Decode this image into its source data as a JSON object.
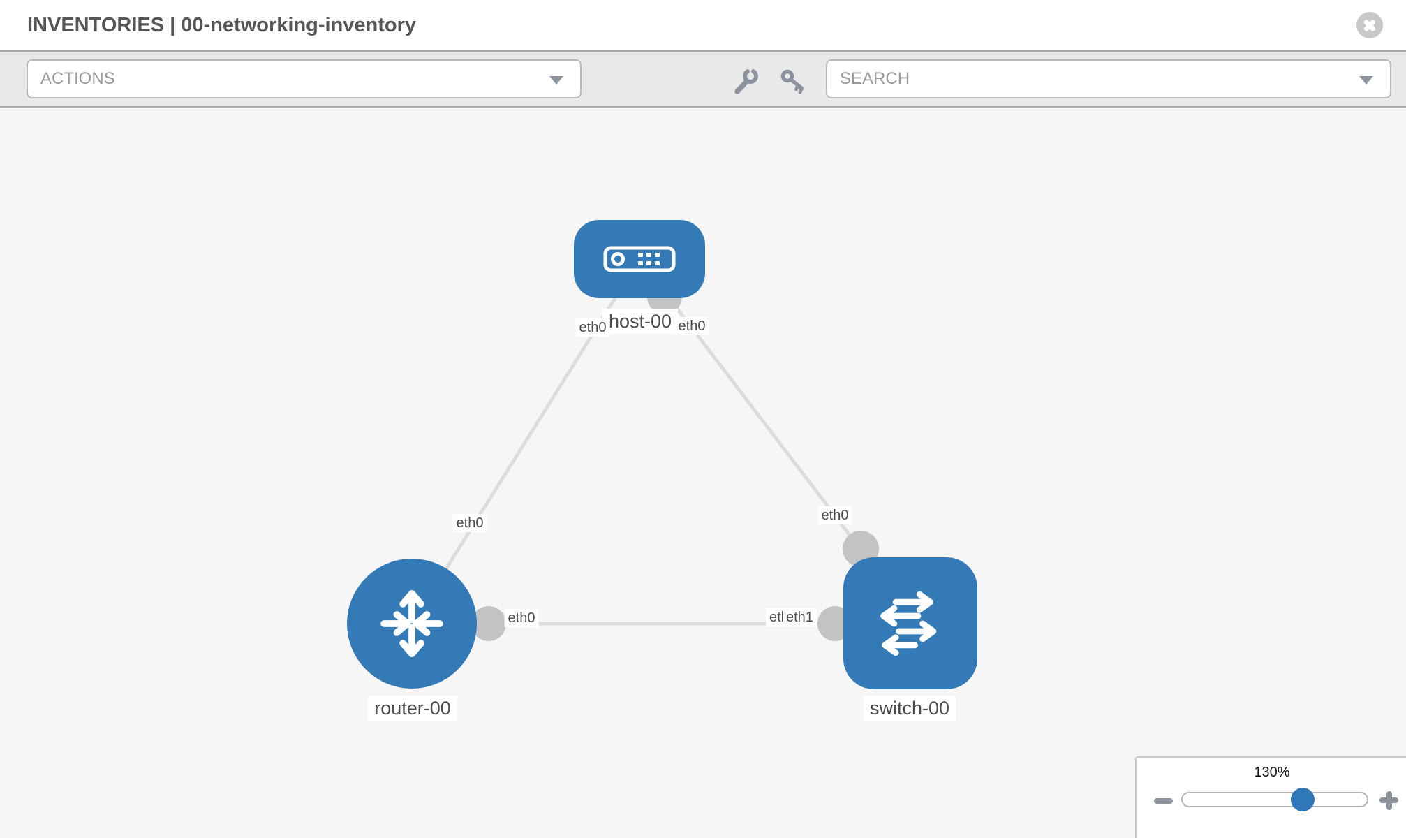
{
  "header": {
    "title": "INVENTORIES | 00-networking-inventory"
  },
  "toolbar": {
    "actions_label": "ACTIONS",
    "search_label": "SEARCH",
    "icons": [
      "wrench-icon",
      "key-icon"
    ]
  },
  "topology": {
    "nodes": {
      "host": {
        "label": "host-00",
        "type": "host"
      },
      "router": {
        "label": "router-00",
        "type": "router"
      },
      "switch": {
        "label": "switch-00",
        "type": "switch"
      }
    },
    "links": [
      {
        "from": "router-00",
        "from_interface": "eth0",
        "to": "host-00",
        "to_interface": "eth0"
      },
      {
        "from": "host-00",
        "from_interface": "eth0",
        "to": "switch-00",
        "to_interface": "eth0"
      },
      {
        "from": "router-00",
        "from_interface": "eth0",
        "to": "switch-00",
        "to_interface": "eth1"
      }
    ],
    "chips": {
      "host_left": "eth0",
      "host_right": "eth0",
      "router_top": "eth0",
      "switch_top": "eth0",
      "link_mid_left": "eth0",
      "link_mid_right_back": "eth0",
      "link_mid_right_front": "eth1"
    }
  },
  "zoom_control": {
    "value": "130%"
  },
  "colors": {
    "node_blue": "#337ab7",
    "link_gray": "#dcdcdc",
    "connector_gray": "#c3c3c3",
    "icon_gray": "#8d939e",
    "canvas_bg": "#f6f6f6",
    "toolbar_bg": "#e9e9e9",
    "slider_thumb_blue": "#3077b8"
  }
}
